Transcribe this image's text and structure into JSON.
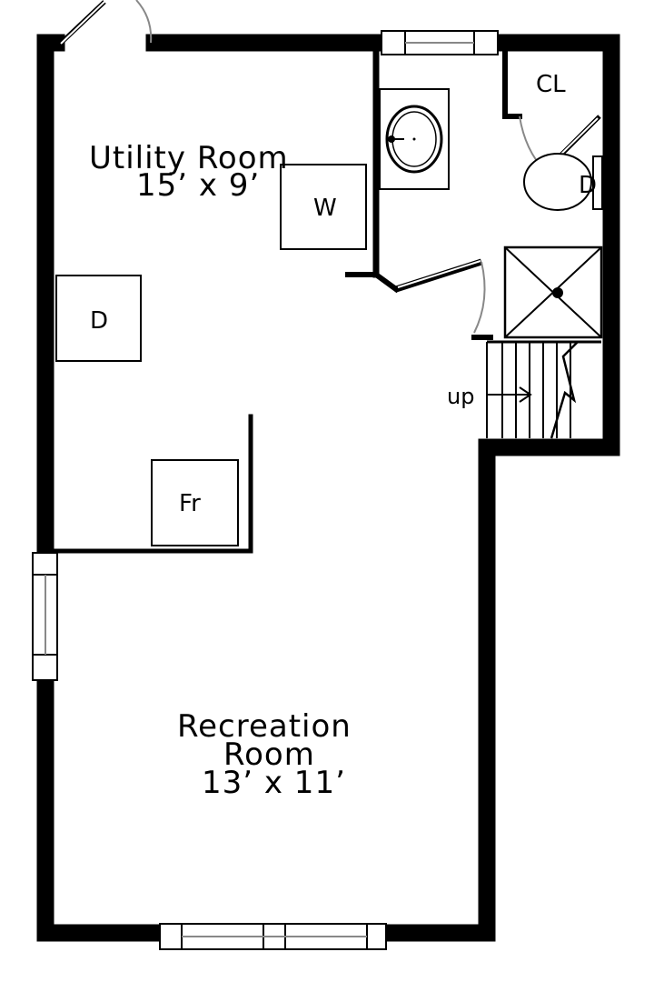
{
  "colors": {
    "wall": "#000000",
    "background": "#ffffff",
    "door_swing": "#888888"
  },
  "rooms": {
    "utility": {
      "name": "Utility Room",
      "size": "15’ x 9’"
    },
    "recreation": {
      "name_line1": "Recreation",
      "name_line2": "Room",
      "size": "13’ x 11’"
    }
  },
  "fixtures": {
    "washer": "W",
    "dryer": "D",
    "freezer": "Fr",
    "closet": "CL",
    "toilet_tank": "D"
  },
  "stairs": {
    "direction": "up"
  }
}
